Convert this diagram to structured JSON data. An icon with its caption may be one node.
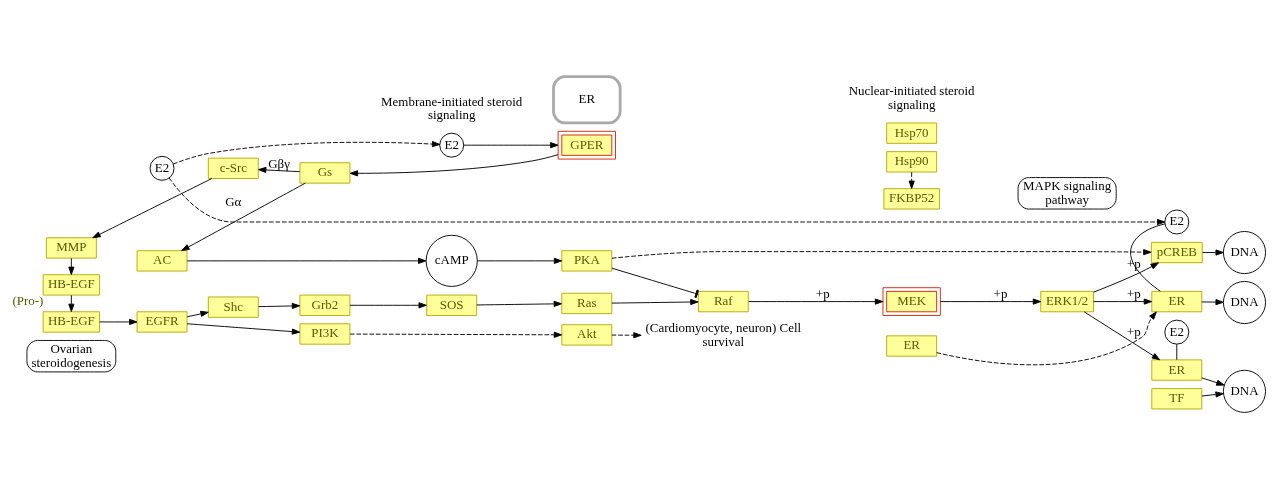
{
  "diagram": {
    "nodes": [
      {
        "text": [
          "Ovarian steroidogenesis"
        ]
      },
      {
        "text": [
          "E2"
        ]
      },
      {
        "text": [
          "E2"
        ]
      },
      {
        "text": [
          "GPER"
        ]
      },
      {
        "text": [
          "ER"
        ]
      },
      {
        "text": [
          "Gs"
        ]
      },
      {
        "text": [
          "c-Src"
        ]
      },
      {
        "text": [
          "MMP"
        ]
      },
      {
        "text": [
          "HB-EGF"
        ],
        "beside": [
          "(Pro-)"
        ]
      },
      {
        "text": [
          "AC"
        ]
      },
      {
        "text": [
          "HB-EGF"
        ]
      },
      {
        "text": [
          "EGFR"
        ]
      },
      {
        "text": [
          "cAMP"
        ]
      },
      {
        "text": [
          "PKA"
        ]
      },
      {
        "text": [
          "Shc"
        ]
      },
      {
        "text": [
          "Grb2"
        ]
      },
      {
        "text": [
          "SOS"
        ]
      },
      {
        "text": [
          "Ras"
        ]
      },
      {
        "text": [
          "Raf"
        ]
      },
      {
        "text": [
          "MEK"
        ]
      },
      {
        "text": [
          "ERK1/2"
        ]
      },
      {
        "text": [
          "PI3K"
        ]
      },
      {
        "text": [
          "Akt"
        ]
      },
      {
        "text": [
          "(Cardiomyocyte, neuron) Cell survival"
        ]
      },
      {
        "text": [
          "MAPK signaling pathway"
        ]
      },
      {
        "text": [
          "ER"
        ]
      },
      {
        "text": [
          "Hsp90"
        ]
      },
      {
        "text": [
          "FKBP52"
        ]
      },
      {
        "text": [
          "Hsp70"
        ]
      },
      {
        "text": [
          "E2"
        ]
      },
      {
        "text": [
          "ER"
        ]
      },
      {
        "text": [
          "DNA"
        ]
      },
      {
        "text": [
          "E2"
        ]
      },
      {
        "text": [
          "ER"
        ]
      },
      {
        "text": [
          "DNA"
        ]
      },
      {
        "text": [
          "TF"
        ]
      },
      {
        "text": [
          "pCREB"
        ]
      },
      {
        "text": [
          "DNA"
        ]
      }
    ],
    "edges": [
      {
        "from": 1,
        "to": 29,
        "arrow": "to",
        "style": "dashed"
      },
      {
        "from": 1,
        "to": 2,
        "arrow": "to",
        "style": "dashed"
      },
      {
        "from": 2,
        "to": 3,
        "arrow": "to"
      },
      {
        "from": 3,
        "to": 5,
        "arrow": "to"
      },
      {
        "from": 5,
        "to": 6,
        "arrow": "to",
        "label": "Gβγ"
      },
      {
        "from": 6,
        "to": 7,
        "arrow": "to"
      },
      {
        "from": 5,
        "to": 9,
        "arrow": "to",
        "label": "Gα"
      },
      {
        "from": 7,
        "to": 8,
        "arrow": "to"
      },
      {
        "from": 8,
        "to": 10,
        "arrow": "to"
      },
      {
        "from": 10,
        "to": 11,
        "arrow": "to"
      },
      {
        "from": 9,
        "to": 12,
        "arrow": "to"
      },
      {
        "from": 12,
        "to": 13,
        "arrow": "to"
      },
      {
        "from": 13,
        "to": 18,
        "arrow": "other"
      },
      {
        "from": 13,
        "to": 36,
        "arrow": "to",
        "style": "dashed"
      },
      {
        "from": 11,
        "to": 14,
        "arrow": "to"
      },
      {
        "from": 14,
        "to": 15,
        "arrow": "to"
      },
      {
        "from": 15,
        "to": 16,
        "arrow": "to"
      },
      {
        "from": 16,
        "to": 17,
        "arrow": "to"
      },
      {
        "from": 17,
        "to": 18,
        "arrow": "to"
      },
      {
        "from": 18,
        "to": 19,
        "arrow": "to",
        "label": "+p"
      },
      {
        "from": 19,
        "to": 20,
        "arrow": "to",
        "label": "+p"
      },
      {
        "from": 20,
        "to": 30,
        "arrow": "to",
        "label": "+p"
      },
      {
        "from": 20,
        "to": 33,
        "arrow": "to",
        "label": "+p"
      },
      {
        "from": 20,
        "to": 36,
        "arrow": "to",
        "label": "+p"
      },
      {
        "from": 11,
        "to": 21,
        "arrow": "to"
      },
      {
        "from": 21,
        "to": 22,
        "arrow": "to",
        "style": "dashed"
      },
      {
        "from": 22,
        "to": 23,
        "arrow": "to",
        "style": "dashed"
      },
      {
        "from": 25,
        "to": 30,
        "arrow": "to",
        "style": "dashed"
      },
      {
        "from": 26,
        "to": 27,
        "arrow": "to",
        "style": "dashed"
      },
      {
        "from": 29,
        "to": 30,
        "arrow": "none"
      },
      {
        "from": 30,
        "to": 31,
        "arrow": "to"
      },
      {
        "from": 32,
        "to": 33,
        "arrow": "none"
      },
      {
        "from": 33,
        "to": 34,
        "arrow": "to"
      },
      {
        "from": 35,
        "to": 34,
        "arrow": "to"
      },
      {
        "from": 36,
        "to": 37,
        "arrow": "to"
      }
    ],
    "labels": [
      "Membrane-initiated steroid signaling",
      "Nuclear-initiated steroid signaling"
    ]
  }
}
